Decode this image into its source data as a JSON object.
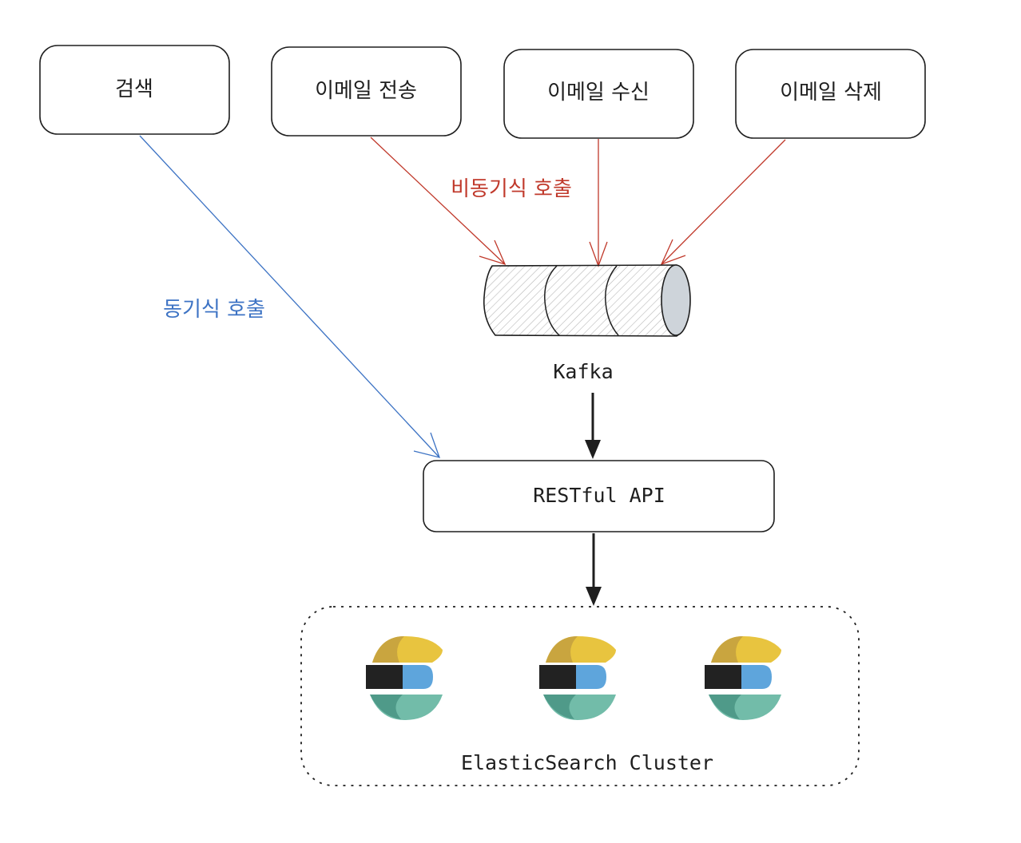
{
  "nodes": {
    "search": "검색",
    "email_send": "이메일 전송",
    "email_receive": "이메일 수신",
    "email_delete": "이메일 삭제",
    "kafka": "Kafka",
    "restful_api": "RESTful API",
    "cluster": "ElasticSearch Cluster"
  },
  "edges": {
    "async_call": "비동기식 호출",
    "sync_call": "동기식 호출"
  },
  "colors": {
    "async_edge": "#c0392b",
    "sync_edge": "#3d73c4",
    "stroke": "#1e1e1e",
    "es_yellow": "#e8c43f",
    "es_yellow_dark": "#c9a53f",
    "es_black": "#222222",
    "es_blue": "#5ea5dc",
    "es_teal": "#72bca9",
    "es_teal_dark": "#4f9a89"
  },
  "icons": [
    "kafka-cylinder-icon",
    "elasticsearch-logo-icon"
  ]
}
